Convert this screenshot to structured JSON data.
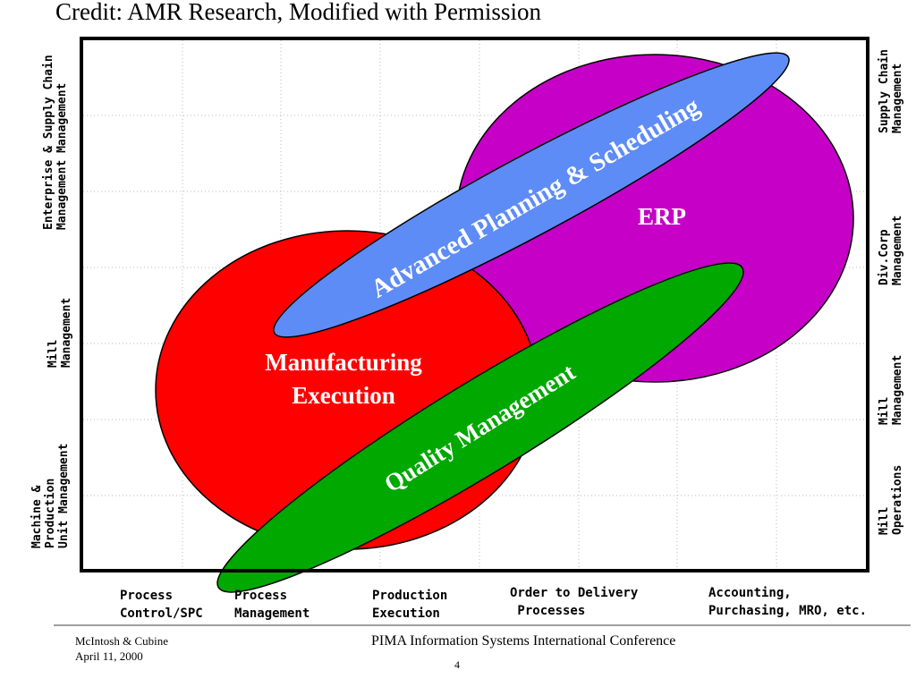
{
  "slide": {
    "title": "Credit: AMR Research, Modified with Permission"
  },
  "regions": {
    "erp": "ERP",
    "manufacturing_execution": "Manufacturing\nExecution",
    "advanced_planning": "Advanced Planning & Scheduling",
    "quality_management": "Quality Management"
  },
  "colors": {
    "erp": "#c600c6",
    "manufacturing_execution": "#ff0000",
    "advanced_planning": "#5e8cf6",
    "quality_management": "#00a800"
  },
  "left_axis": [
    "Enterprise & Supply Chain\nManagement Management",
    "Mill\nManagement",
    "Machine &\nProduction\nUnit Management"
  ],
  "right_axis": [
    "Supply Chain\nManagement",
    "Div.Corp\nManagement",
    "Mill\nManagement",
    "Mill\nOperations"
  ],
  "bottom_axis": [
    "Process\nControl/SPC",
    "Process\nManagement",
    "Production\nExecution",
    "Order to Delivery\n Processes",
    "Accounting,\nPurchasing, MRO, etc."
  ],
  "footer": {
    "author": "McIntosh & Cubine\nApril 11, 2000",
    "conference": "PIMA Information Systems International Conference",
    "page": "4"
  }
}
